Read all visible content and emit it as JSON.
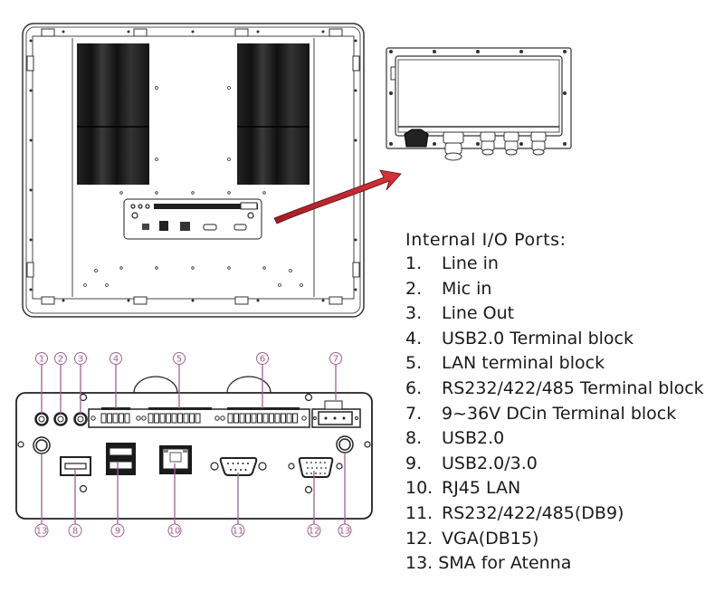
{
  "figure": {
    "arrow_color": "#c0272d",
    "callout_color": "#a0608f",
    "panel_description": "Rear view of panel PC with I/O panel",
    "detail_description": "Cable gland I/O box"
  },
  "legend": {
    "title": "Internal I/O Ports:",
    "items": [
      {
        "num": "1.",
        "label": "Line in"
      },
      {
        "num": "2.",
        "label": "Mic in"
      },
      {
        "num": "3.",
        "label": "Line Out"
      },
      {
        "num": "4.",
        "label": "USB2.0 Terminal block"
      },
      {
        "num": "5.",
        "label": "LAN terminal block"
      },
      {
        "num": "6.",
        "label": "RS232/422/485 Terminal block"
      },
      {
        "num": "7.",
        "label": "9~36V DCin Terminal block"
      },
      {
        "num": "8.",
        "label": "USB2.0"
      },
      {
        "num": "9.",
        "label": "USB2.0/3.0"
      },
      {
        "num": "10.",
        "label": "RJ45 LAN"
      },
      {
        "num": "11.",
        "label": "RS232/422/485(DB9)"
      },
      {
        "num": "12.",
        "label": "VGA(DB15)"
      },
      {
        "num": "13.",
        "label": "SMA for Atenna"
      }
    ]
  },
  "callouts": {
    "top": [
      "1",
      "2",
      "3",
      "4",
      "5",
      "6",
      "7"
    ],
    "bottom": [
      "13",
      "8",
      "9",
      "10",
      "11",
      "12",
      "13"
    ]
  }
}
